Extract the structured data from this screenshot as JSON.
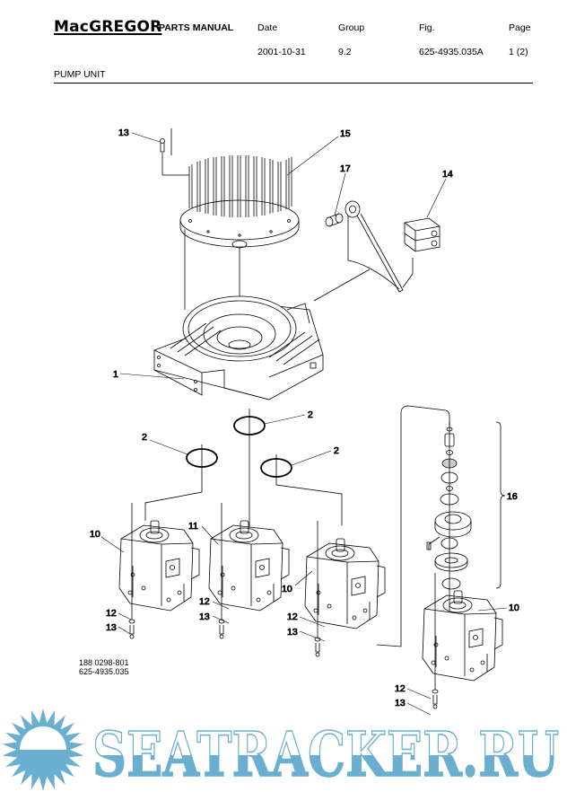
{
  "header": {
    "brand": "MacGREGOR",
    "document_type": "PARTS MANUAL",
    "columns": [
      {
        "label": "Date",
        "value": "2001-10-31"
      },
      {
        "label": "Group",
        "value": "9.2"
      },
      {
        "label": "Fig.",
        "value": "625-4935.035A"
      },
      {
        "label": "Page",
        "value": "1 (2)"
      }
    ],
    "section_title": "PUMP UNIT"
  },
  "diagram": {
    "callouts": {
      "c13_top": "13",
      "c15": "15",
      "c17": "17",
      "c14": "14",
      "c1": "1",
      "c2_a": "2",
      "c2_b": "2",
      "c2_c": "2",
      "c16": "16",
      "c10_a": "10",
      "c11": "11",
      "c10_b": "10",
      "c10_c": "10",
      "c12_a": "12",
      "c13_a": "13",
      "c12_b": "12",
      "c13_b": "13",
      "c12_c": "12",
      "c13_c": "13",
      "c12_d": "12",
      "c13_d": "13"
    },
    "references": [
      "188 0298-801",
      "625-4935.035"
    ]
  },
  "watermark": {
    "text": "SEATRACKER.RU",
    "icon": "sun-over-sea-icon",
    "color": "#6aaed0"
  }
}
